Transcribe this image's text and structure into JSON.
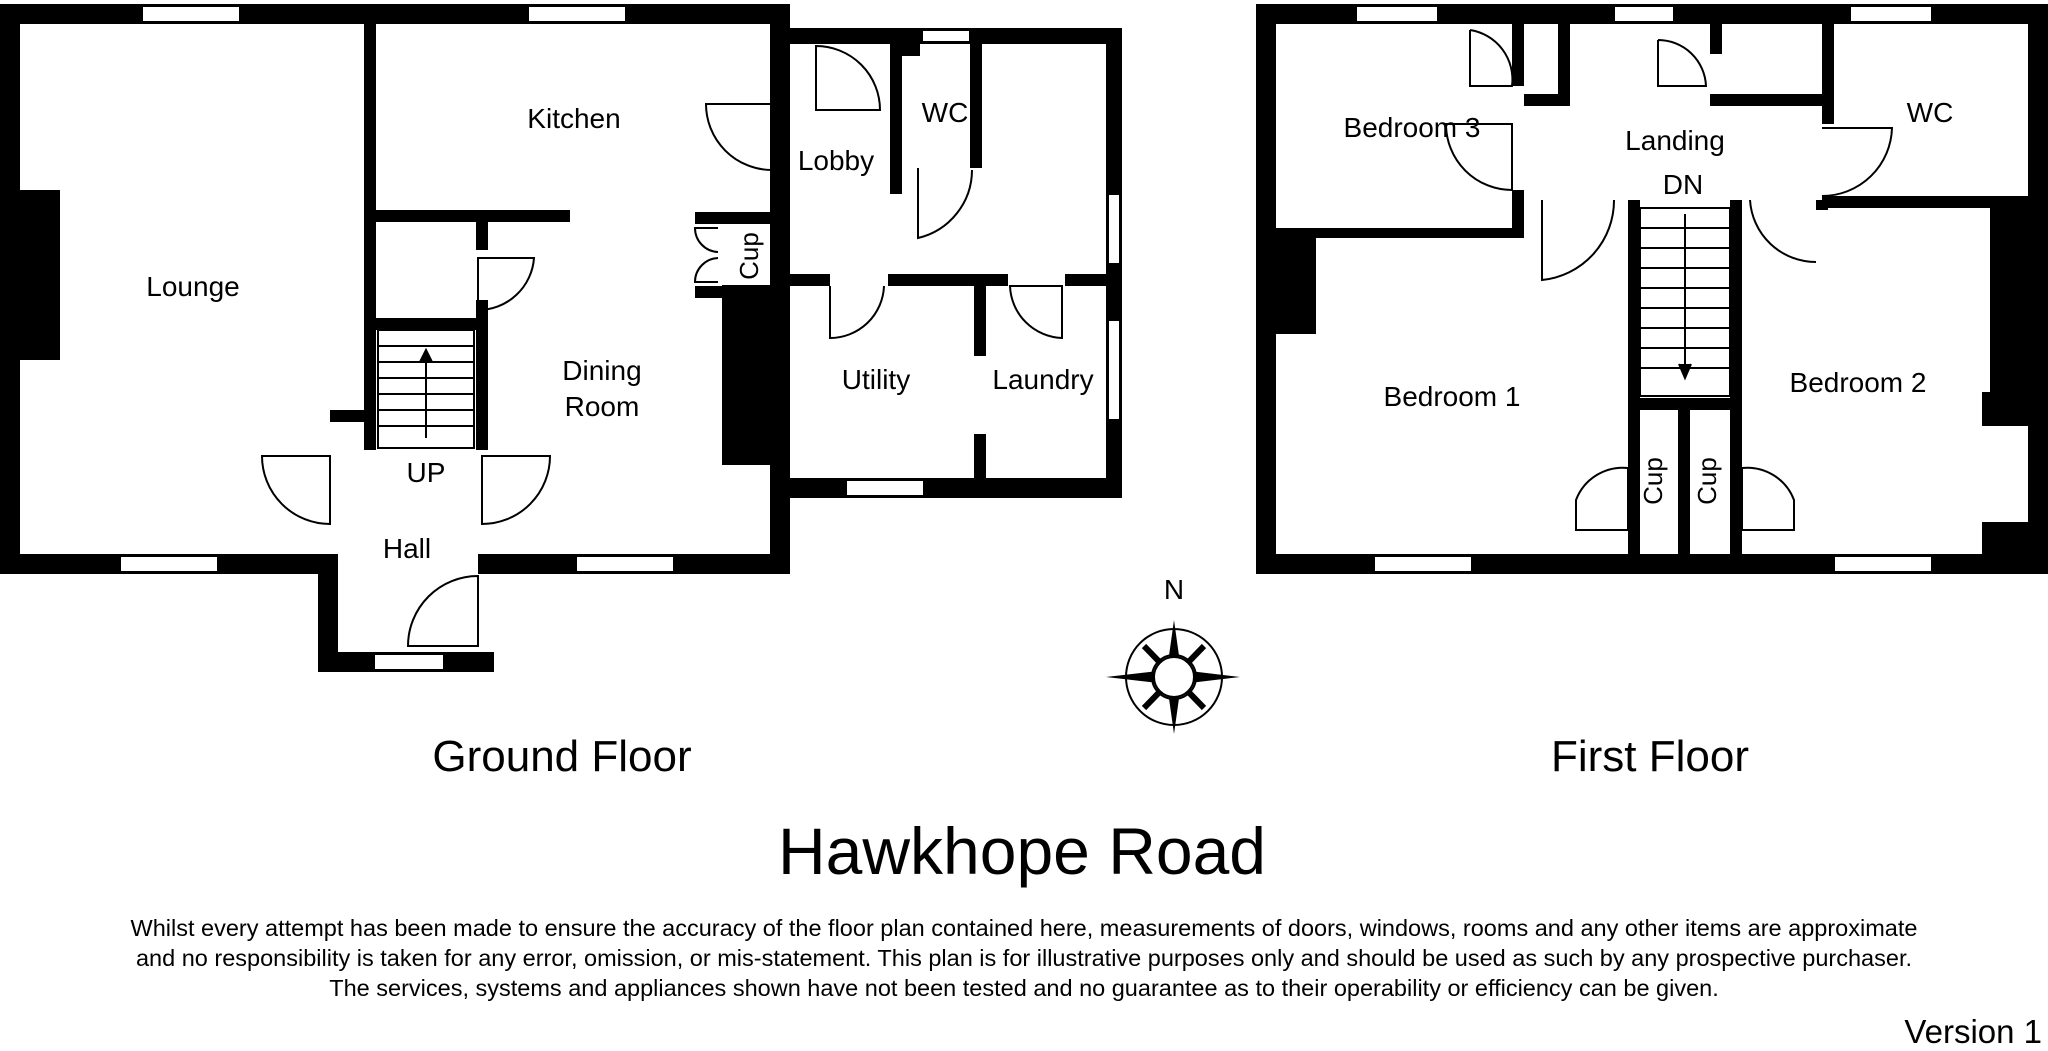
{
  "title": "Hawkhope Road",
  "ground_floor": {
    "label": "Ground Floor",
    "rooms": {
      "lounge": "Lounge",
      "kitchen": "Kitchen",
      "dining_line1": "Dining",
      "dining_line2": "Room",
      "hall": "Hall",
      "up": "UP",
      "lobby": "Lobby",
      "wc": "WC",
      "cup": "Cup",
      "utility": "Utility",
      "laundry": "Laundry"
    }
  },
  "first_floor": {
    "label": "First Floor",
    "rooms": {
      "bedroom1": "Bedroom 1",
      "bedroom2": "Bedroom 2",
      "bedroom3": "Bedroom 3",
      "landing": "Landing",
      "dn": "DN",
      "wc": "WC",
      "cup_left": "Cup",
      "cup_right": "Cup"
    }
  },
  "compass": {
    "north_label": "N"
  },
  "disclaimer": [
    "Whilst every attempt has been made to ensure the accuracy of the floor plan contained here, measurements of doors, windows, rooms and any other items are approximate",
    "and no responsibility is taken for any error, omission, or mis-statement. This plan is for illustrative purposes only and should be used as such by any prospective purchaser.",
    "The services, systems and appliances shown have not been tested and no guarantee as to their operability or efficiency can be given."
  ],
  "version": "Version 1",
  "colors": {
    "wall": "#000000",
    "background": "#ffffff"
  }
}
